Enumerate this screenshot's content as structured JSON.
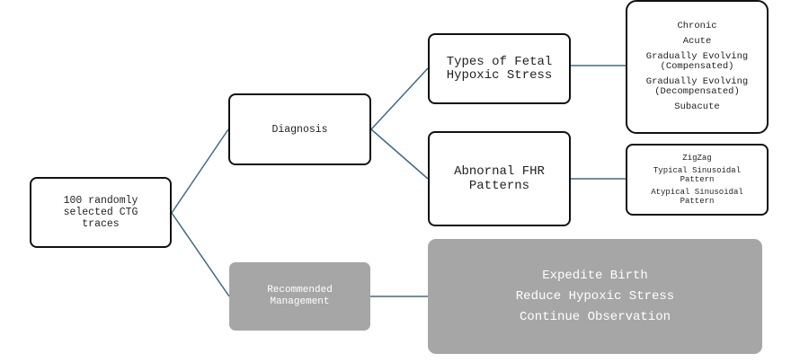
{
  "colors": {
    "connector": "#3f6a84",
    "node_border": "#111111",
    "filled_node": "#a6a6a6",
    "filled_text": "#ffffff"
  },
  "nodes": {
    "root": "100 randomly\nselected CTG\ntraces",
    "diagnosis": "Diagnosis",
    "hypoxic_stress_types": {
      "title": "Types of Fetal\nHypoxic Stress",
      "items": [
        "Chronic",
        "Acute",
        "Gradually Evolving\n(Compensated)",
        "Gradually Evolving\n(Decompensated)",
        "Subacute"
      ]
    },
    "abnormal_fhr": {
      "title": "Abnornal FHR\nPatterns",
      "items": [
        "ZigZag",
        "Typical Sinusoidal\nPattern",
        "Atypical Sinusoidal\nPattern"
      ]
    },
    "management": {
      "title": "Recommended\nManagement",
      "items": [
        "Expedite Birth",
        "Reduce Hypoxic Stress",
        "Continue Observation"
      ]
    }
  }
}
